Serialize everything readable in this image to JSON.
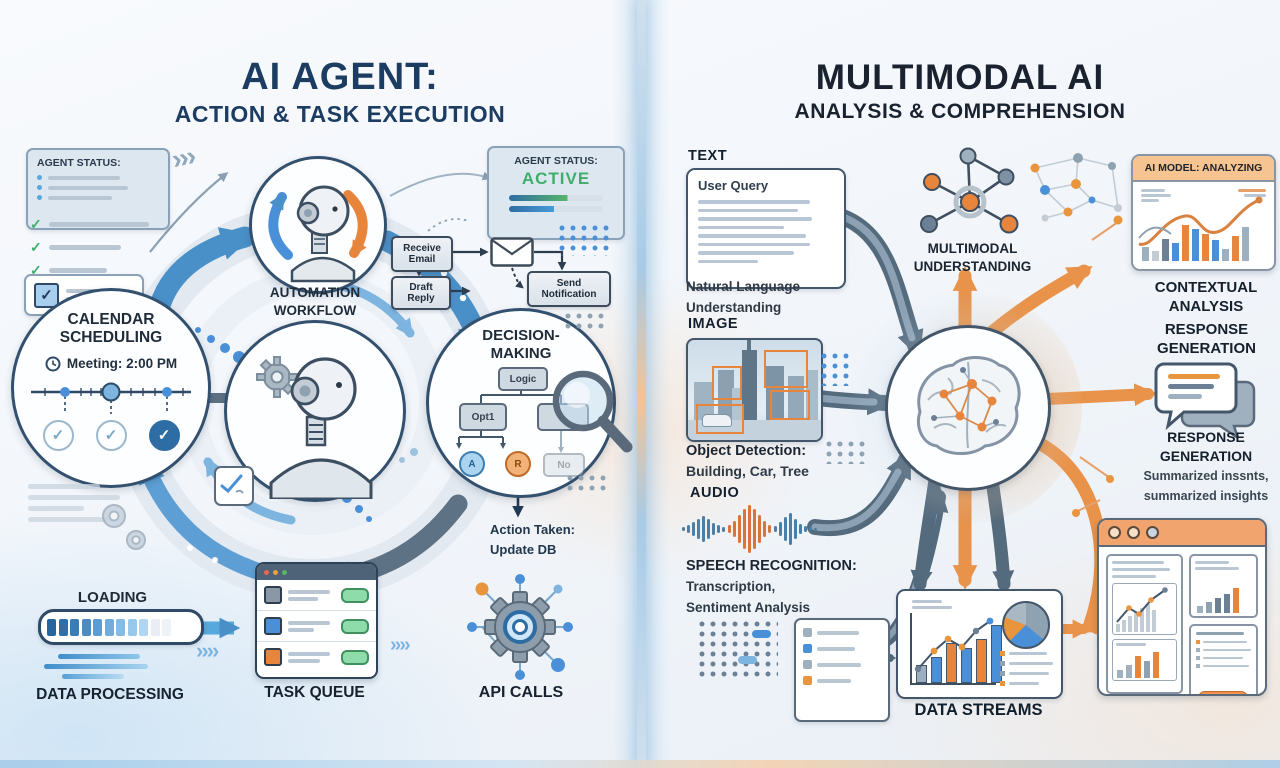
{
  "left": {
    "title1": "AI AGENT:",
    "title2": "ACTION & TASK EXECUTION",
    "status": {
      "label": "AGENT STATUS:"
    },
    "statusActive": {
      "label": "AGENT STATUS:",
      "value": "ACTIVE"
    },
    "calendar": {
      "t1": "CALENDAR",
      "t2": "SCHEDULING",
      "meeting": "Meeting: 2:00 PM"
    },
    "automation": {
      "t1": "AUTOMATION",
      "t2": "WORKFLOW"
    },
    "decision": {
      "t1": "DECISION-",
      "t2": "MAKING",
      "logic": "Logic",
      "opt": "Opt1",
      "a": "A",
      "r": "R",
      "no": "No"
    },
    "flow": {
      "receive": "Receive Email",
      "draft": "Draft Reply",
      "send": "Send Notification"
    },
    "action1": "Action Taken:",
    "action2": "Update DB",
    "loading": "LOADING",
    "dataProcessing": "DATA PROCESSING",
    "taskQueue": "TASK QUEUE",
    "apiCalls": "API CALLS"
  },
  "right": {
    "title1": "MULTIMODAL AI",
    "title2": "ANALYSIS & COMPREHENSION",
    "text": {
      "label": "TEXT",
      "cardTitle": "User Query",
      "cap1": "Natural Language",
      "cap2": "Understanding"
    },
    "image": {
      "label": "IMAGE",
      "cap1": "Object Detection:",
      "cap2": "Building, Car, Tree"
    },
    "audio": {
      "label": "AUDIO",
      "cap1": "SPEECH RECOGNITION:",
      "cap2": "Transcription,",
      "cap3": "Sentiment Analysis"
    },
    "multimodal": {
      "t1": "MULTIMODAL",
      "t2": "UNDERSTANDING"
    },
    "aiModel": {
      "header": "AI MODEL: ANALYZING"
    },
    "contextual": {
      "t1": "CONTEXTUAL",
      "t2": "ANALYSIS"
    },
    "response": {
      "t1": "RESPONSE",
      "t2": "GENERATION"
    },
    "responseCaption": {
      "t1": "RESPONSE",
      "t2": "GENERATION",
      "t3": "Summarized inssnts,",
      "t4": "summarized insights"
    },
    "dataStreams": "DATA STREAMS"
  },
  "colors": {
    "accentBlue": "#4a90d9",
    "accentOrange": "#e8853d",
    "activeGreen": "#3fae6c",
    "navy": "#1d3a5f",
    "slate": "#5d7284"
  }
}
